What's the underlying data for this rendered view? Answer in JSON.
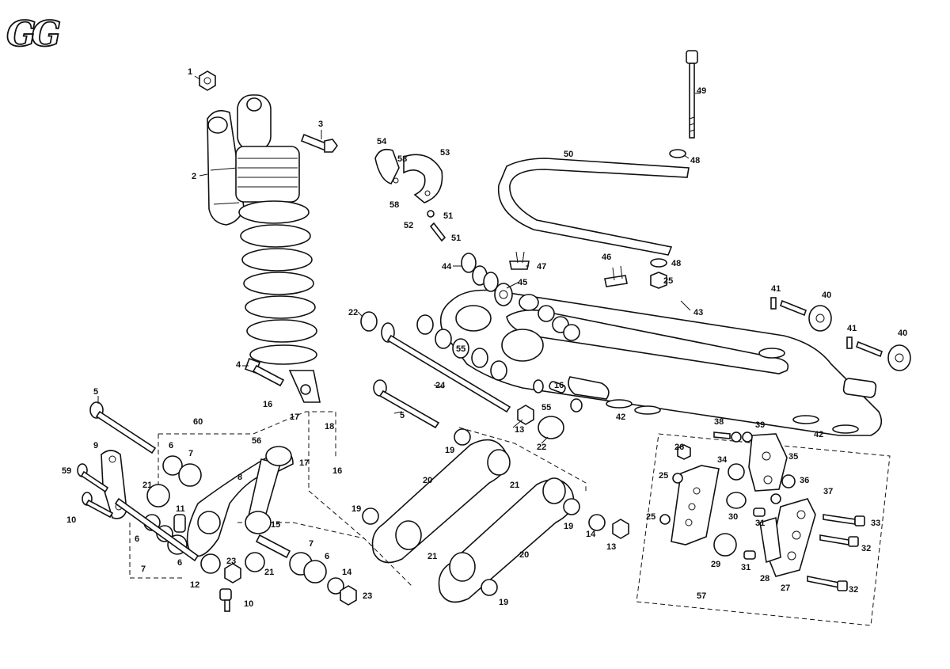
{
  "brand": {
    "logo_text": "GG"
  },
  "callouts": {
    "c1": "1",
    "c2": "2",
    "c3": "3",
    "c4": "4",
    "c5a": "5",
    "c5b": "5",
    "c6a": "6",
    "c6b": "6",
    "c6c": "6",
    "c6d": "6",
    "c7a": "7",
    "c7b": "7",
    "c7c": "7",
    "c8": "8",
    "c9": "9",
    "c10a": "10",
    "c10b": "10",
    "c11": "11",
    "c12": "12",
    "c13a": "13",
    "c13b": "13",
    "c14a": "14",
    "c14b": "14",
    "c15": "15",
    "c16a": "16",
    "c16b": "16",
    "c16c": "16",
    "c17a": "17",
    "c17b": "17",
    "c18": "18",
    "c19a": "19",
    "c19b": "19",
    "c19c": "19",
    "c19d": "19",
    "c20a": "20",
    "c20b": "20",
    "c21a": "21",
    "c21b": "21",
    "c21c": "21",
    "c21d": "21",
    "c22a": "22",
    "c22b": "22",
    "c23a": "23",
    "c23b": "23",
    "c24": "24",
    "c25a": "25",
    "c25b": "25",
    "c25c": "25",
    "c26": "26",
    "c27": "27",
    "c28": "28",
    "c29": "29",
    "c30": "30",
    "c31a": "31",
    "c31b": "31",
    "c32a": "32",
    "c32b": "32",
    "c33": "33",
    "c34": "34",
    "c35": "35",
    "c36": "36",
    "c37": "37",
    "c38": "38",
    "c39": "39",
    "c40a": "40",
    "c40b": "40",
    "c41a": "41",
    "c41b": "41",
    "c42a": "42",
    "c42b": "42",
    "c43": "43",
    "c44": "44",
    "c45": "45",
    "c46": "46",
    "c47": "47",
    "c48a": "48",
    "c48b": "48",
    "c49": "49",
    "c50": "50",
    "c51a": "51",
    "c51b": "51",
    "c52": "52",
    "c53": "53",
    "c54": "54",
    "c55a": "55",
    "c55b": "55",
    "c56": "56",
    "c57": "57",
    "c58a": "58",
    "c58b": "58",
    "c59": "59",
    "c60": "60"
  }
}
